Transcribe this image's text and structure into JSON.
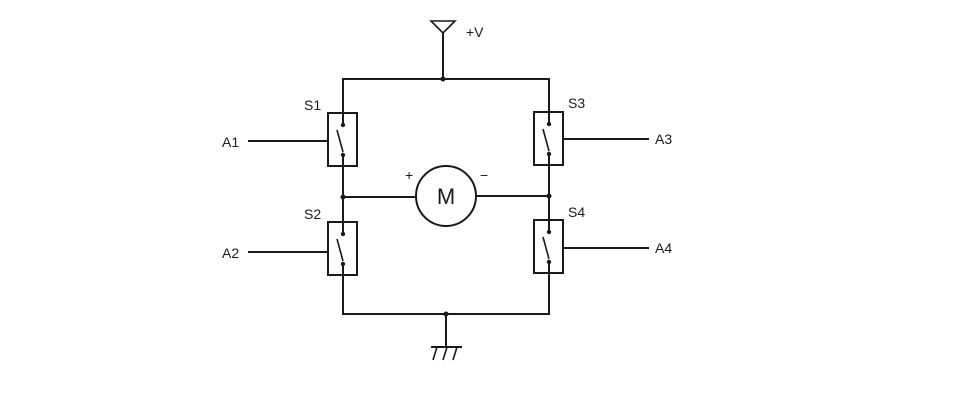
{
  "supply": {
    "label": "+V"
  },
  "motor": {
    "label": "M",
    "plus_label": "+",
    "minus_label": "−"
  },
  "switches": [
    {
      "name": "S1",
      "input": "A1"
    },
    {
      "name": "S2",
      "input": "A2"
    },
    {
      "name": "S3",
      "input": "A3"
    },
    {
      "name": "S4",
      "input": "A4"
    }
  ]
}
